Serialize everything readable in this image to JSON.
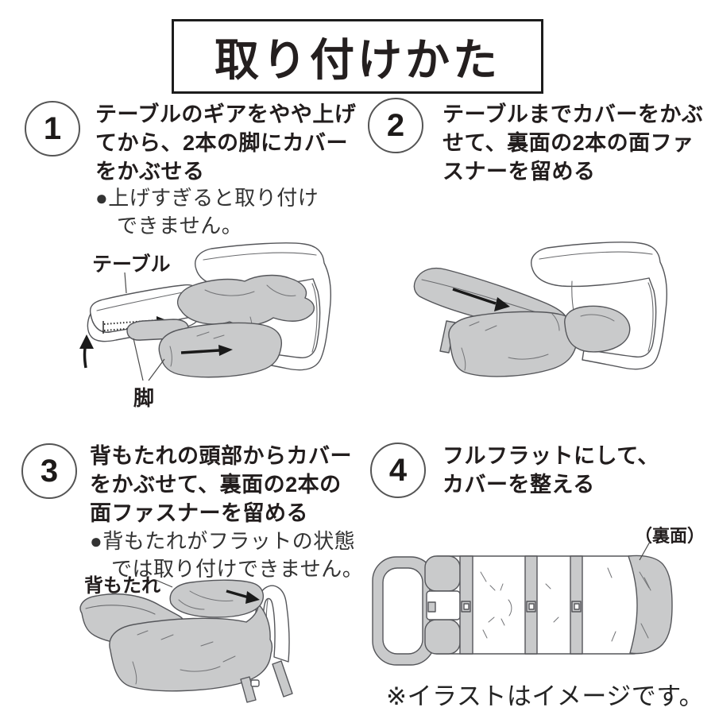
{
  "title": "取り付けかた",
  "steps": [
    {
      "number": "1",
      "lines": [
        "テーブルのギアをやや上げ",
        "てから、2本の脚にカバー",
        "をかぶせる"
      ],
      "note_lines": [
        "●上げすぎると取り付け",
        "できません。"
      ]
    },
    {
      "number": "2",
      "lines": [
        "テーブルまでカバーをかぶ",
        "せて、裏面の2本の面ファ",
        "スナーを留める"
      ],
      "note_lines": []
    },
    {
      "number": "3",
      "lines": [
        "背もたれの頭部からカバー",
        "をかぶせて、裏面の2本の",
        "面ファスナーを留める"
      ],
      "note_lines": [
        "●背もたれがフラットの状態",
        "では取り付けできません。"
      ]
    },
    {
      "number": "4",
      "lines": [
        "フルフラットにして、",
        "カバーを整える"
      ],
      "note_lines": []
    }
  ],
  "labels": {
    "table": "テーブル",
    "leg": "脚",
    "backrest": "背もたれ",
    "back_side": "（裏面）"
  },
  "footer_note": "※イラストはイメージです。",
  "colors": {
    "cover_gray": "#c9cacb",
    "outline_gray": "#55565a",
    "text_black": "#221d1d",
    "arrow_black": "#1a1a1a"
  }
}
